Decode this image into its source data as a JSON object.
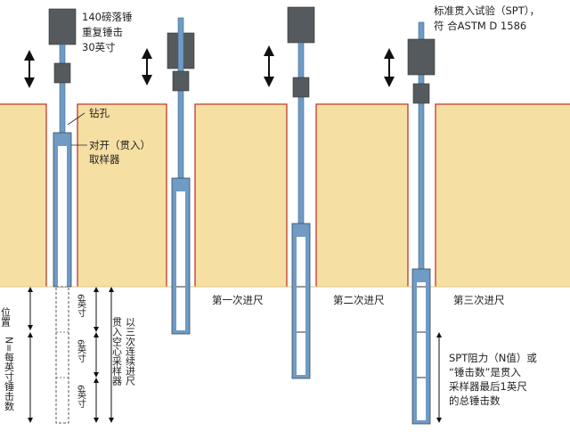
{
  "labels": {
    "hammer": [
      "140磅落锤",
      "重复锤击",
      "30英寸"
    ],
    "borehole": "钻孔",
    "sampler": [
      "对开（贯入）",
      "取样器"
    ],
    "spt": [
      "标准贯入试验（SPT），",
      "符 合ASTM D 1586"
    ],
    "position": "位置",
    "n_def": "N=每英寸锤击数",
    "six_inch": [
      "6英寸",
      "6英寸",
      "6英寸"
    ],
    "consecutive": "以三次连续进尺",
    "hollow": "贯入空心采样器",
    "stage1": "第一次进尺",
    "stage2": "第二次进尺",
    "stage3": "第三次进尺",
    "n_value": [
      "SPT阻力（N值）或",
      "“锤击数”是贯入",
      "采样器最后1英尺",
      "的总锤击数"
    ]
  },
  "colors": {
    "soil": "#f5dfa2",
    "soil_border": "#c0392b",
    "rod": "#6f9bc4",
    "hammer": "#555a5e",
    "sampler_outline": "#3a4a5a",
    "arrow": "#111111",
    "text": "#222222"
  }
}
